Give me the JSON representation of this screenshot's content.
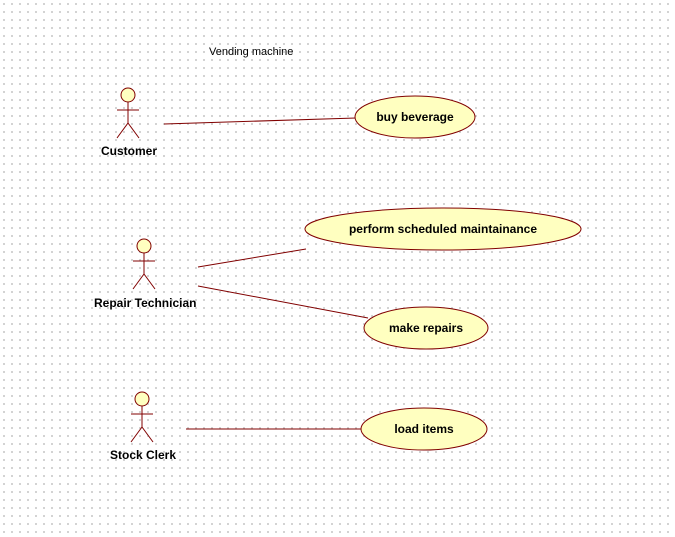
{
  "diagram": {
    "title": "Vending machine",
    "colors": {
      "line": "#800000",
      "ellipse_fill": "#ffffc0",
      "actor_fill": "#ffffc0",
      "stroke": "#800000"
    },
    "actors": [
      {
        "id": "customer",
        "label": "Customer"
      },
      {
        "id": "repair-technician",
        "label": "Repair Technician"
      },
      {
        "id": "stock-clerk",
        "label": "Stock Clerk"
      }
    ],
    "use_cases": [
      {
        "id": "buy-beverage",
        "label": "buy beverage"
      },
      {
        "id": "perform-scheduled-maintainance",
        "label": "perform scheduled maintainance"
      },
      {
        "id": "make-repairs",
        "label": "make repairs"
      },
      {
        "id": "load-items",
        "label": "load items"
      }
    ],
    "associations": [
      {
        "from": "Customer",
        "to": "buy beverage"
      },
      {
        "from": "Repair Technician",
        "to": "perform scheduled maintainance"
      },
      {
        "from": "Repair Technician",
        "to": "make repairs"
      },
      {
        "from": "Stock Clerk",
        "to": "load items"
      }
    ]
  }
}
